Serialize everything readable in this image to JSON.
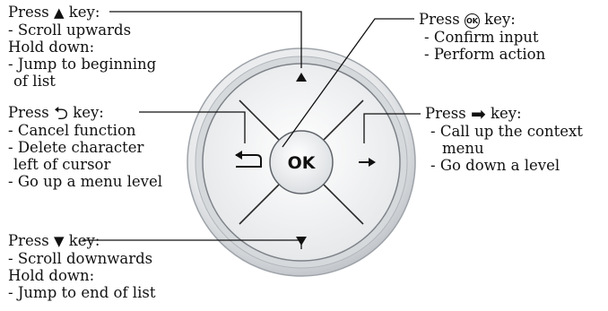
{
  "pad": {
    "ok_label": "OK",
    "up_icon": "triangle-up",
    "down_icon": "triangle-down",
    "left_icon": "return-arrow",
    "right_icon": "right-arrow"
  },
  "callouts": {
    "up": {
      "prefix": "Press ",
      "glyph": "▲",
      "suffix": " key:",
      "l1": "- Scroll upwards",
      "l2": "Hold down:",
      "l3": "- Jump to beginning",
      "l4": "of list"
    },
    "back": {
      "prefix": "Press ",
      "glyph": "⮌",
      "suffix": " key:",
      "l1": "- Cancel function",
      "l2": "- Delete character",
      "l3": "left of cursor",
      "l4": "- Go up a menu level"
    },
    "down": {
      "prefix": "Press ",
      "glyph": "▼",
      "suffix": " key:",
      "l1": "- Scroll downwards",
      "l2": "Hold down:",
      "l3": "- Jump to end of list"
    },
    "ok": {
      "prefix": "Press ",
      "badge": "OK",
      "suffix": " key:",
      "l1": "- Confirm input",
      "l2": "- Perform action"
    },
    "right": {
      "prefix": "Press ",
      "glyph": "➡",
      "suffix": " key:",
      "l1": "- Call up the context",
      "l2": "menu",
      "l3": "- Go down a level"
    }
  },
  "colors": {
    "ring_outer": "#c9ccd0",
    "ring_inner": "#f2f3f4",
    "pad_face": "#f7f7f7",
    "ink": "#111111"
  }
}
